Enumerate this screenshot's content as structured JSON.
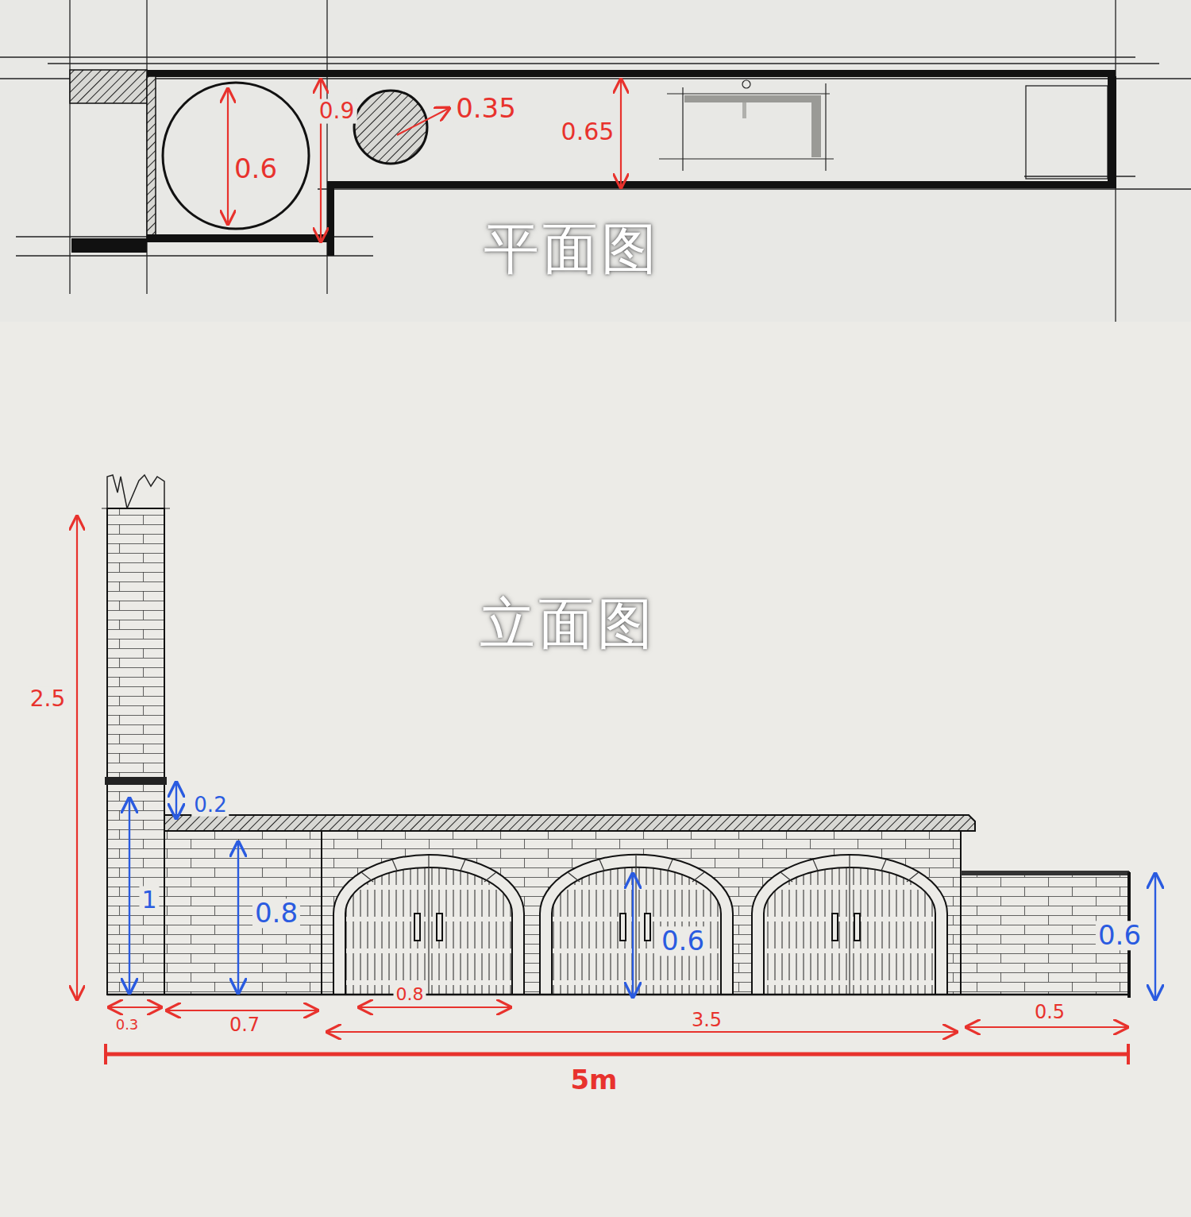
{
  "diagram": {
    "labels": [
      "0.6",
      "0.9",
      "0.35",
      "0.65",
      "平面图",
      "立面图",
      "2.5",
      "0.2",
      "1",
      "0.8",
      "0.6",
      "0.6",
      "0.3",
      "0.7",
      "0.8",
      "3.5",
      "0.5",
      "5m"
    ]
  }
}
